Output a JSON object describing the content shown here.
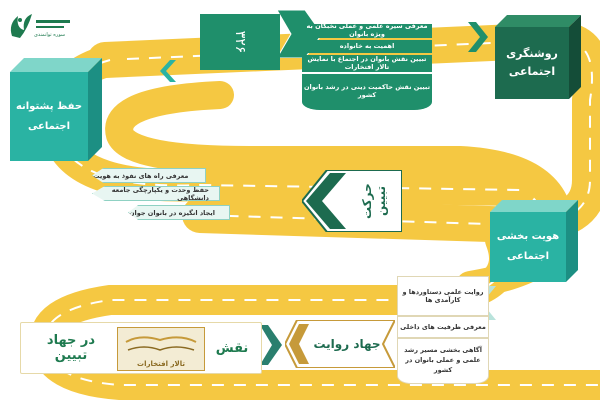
{
  "logo": {
    "tagline_small": "سوره توانمندی"
  },
  "nodes": {
    "social_lighting": "روشنگری اجتماعی",
    "social_support": "حفظ پشتوانه اجتماعی",
    "social_identity": "هویت بخشی اجتماعی",
    "tabyin_movement": "حرکت تبیین",
    "narrative_jihad": "جهاد روایت",
    "role_title": "نقش",
    "role_suffix": "در جهاد تبیین",
    "stamp_text": "تالار افتخارات"
  },
  "top_notes": [
    "معرفی سیره علمی و عملی نخبگان به ویژه بانوان",
    "اهمیت به خانواده",
    "تبیین نقش بانوان در اجتماع با نمایش تالار افتخارات",
    "تبیین نقش حاکمیت دینی در رشد بانوان کشور"
  ],
  "left_flags": [
    "معرفی راه های نفوذ به هویت",
    "حفظ وحدت و یکپارچگی جامعه دانشگاهی",
    "ایجاد انگیزه در بانوان جوان"
  ],
  "right_notes": [
    "روایت علمی دستاوردها و کارآمدی ها",
    "معرفی ظرفیت های داخلی",
    "آگاهی بخشی مسیر رشد علمی و عملی بانوان در کشور"
  ],
  "colors": {
    "road": "#f5c842",
    "road_dark": "#e8b32a",
    "teal_front": "#2ab3a3",
    "teal_top": "#7fd6c9",
    "teal_side": "#1c8f83",
    "dark_green": "#1d6b4f",
    "mint": "#a8d8c9",
    "label_green": "#1e7a4f",
    "gold": "#c69a3a"
  }
}
